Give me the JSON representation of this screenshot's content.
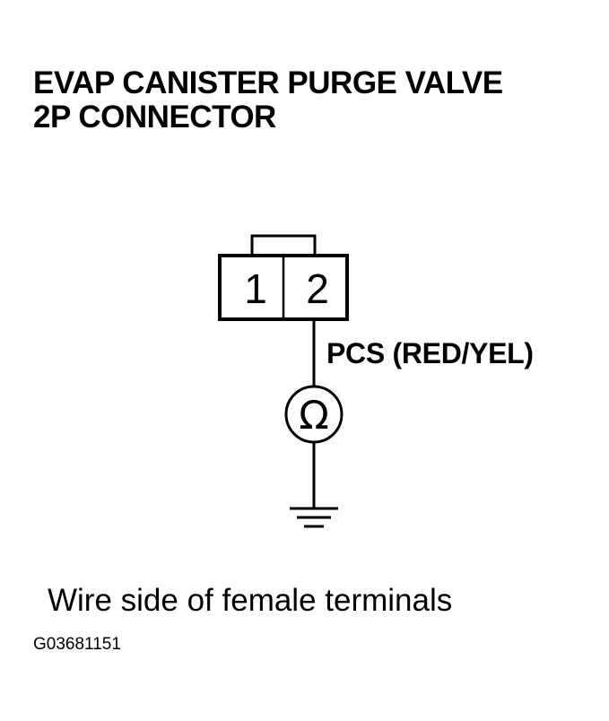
{
  "title": {
    "line1": "EVAP CANISTER PURGE VALVE",
    "line2": "2P CONNECTOR"
  },
  "connector": {
    "terminals": [
      "1",
      "2"
    ]
  },
  "wire": {
    "label": "PCS (RED/YEL)"
  },
  "meter": {
    "symbol": "Ω",
    "icon": "ohmmeter-icon"
  },
  "ground": {
    "icon": "ground-icon"
  },
  "caption": "Wire side of female terminals",
  "figure_code": "G03681151"
}
